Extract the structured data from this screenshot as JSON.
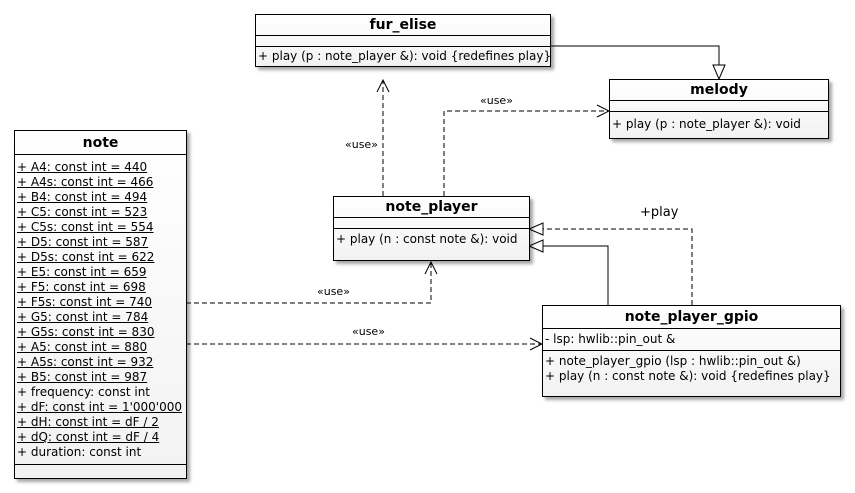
{
  "classes": {
    "fur_elise": {
      "name": "fur_elise",
      "attributes": [],
      "operations": [
        "+ play (p : note_player &): void {redefines play}"
      ]
    },
    "melody": {
      "name": "melody",
      "attributes": [],
      "operations": [
        "+ play (p : note_player &): void"
      ]
    },
    "note_player": {
      "name": "note_player",
      "attributes": [],
      "operations": [
        "+ play (n : const note &): void"
      ]
    },
    "note_player_gpio": {
      "name": "note_player_gpio",
      "attributes": [
        "- lsp: hwlib::pin_out &"
      ],
      "operations": [
        "+ note_player_gpio (lsp : hwlib::pin_out &)",
        "+ play (n : const note &): void {redefines play}"
      ]
    },
    "note": {
      "name": "note",
      "attributes": [
        "+ A4: const int = 440",
        "+ A4s: const int = 466",
        "+ B4: const int = 494",
        "+ C5: const int = 523",
        "+ C5s: const int = 554",
        "+ D5: const int = 587",
        "+ D5s: const int = 622",
        "+ E5: const int = 659",
        "+ F5: const int = 698",
        "+ F5s: const int = 740",
        "+ G5: const int = 784",
        "+ G5s: const int = 830",
        "+ A5: const int = 880",
        "+ A5s: const int = 932",
        "+ B5: const int = 987",
        "+ frequency: const int",
        "+ dF: const int = 1'000'000",
        "+ dH: const int = dF / 2",
        "+ dQ: const int = dF / 4",
        "+ duration: const int"
      ],
      "static_flags": [
        true,
        true,
        true,
        true,
        true,
        true,
        true,
        true,
        true,
        true,
        true,
        true,
        true,
        true,
        true,
        false,
        true,
        true,
        true,
        false
      ],
      "operations": []
    }
  },
  "relations": {
    "use_stereotype": "«use»",
    "role_play": "+play"
  }
}
